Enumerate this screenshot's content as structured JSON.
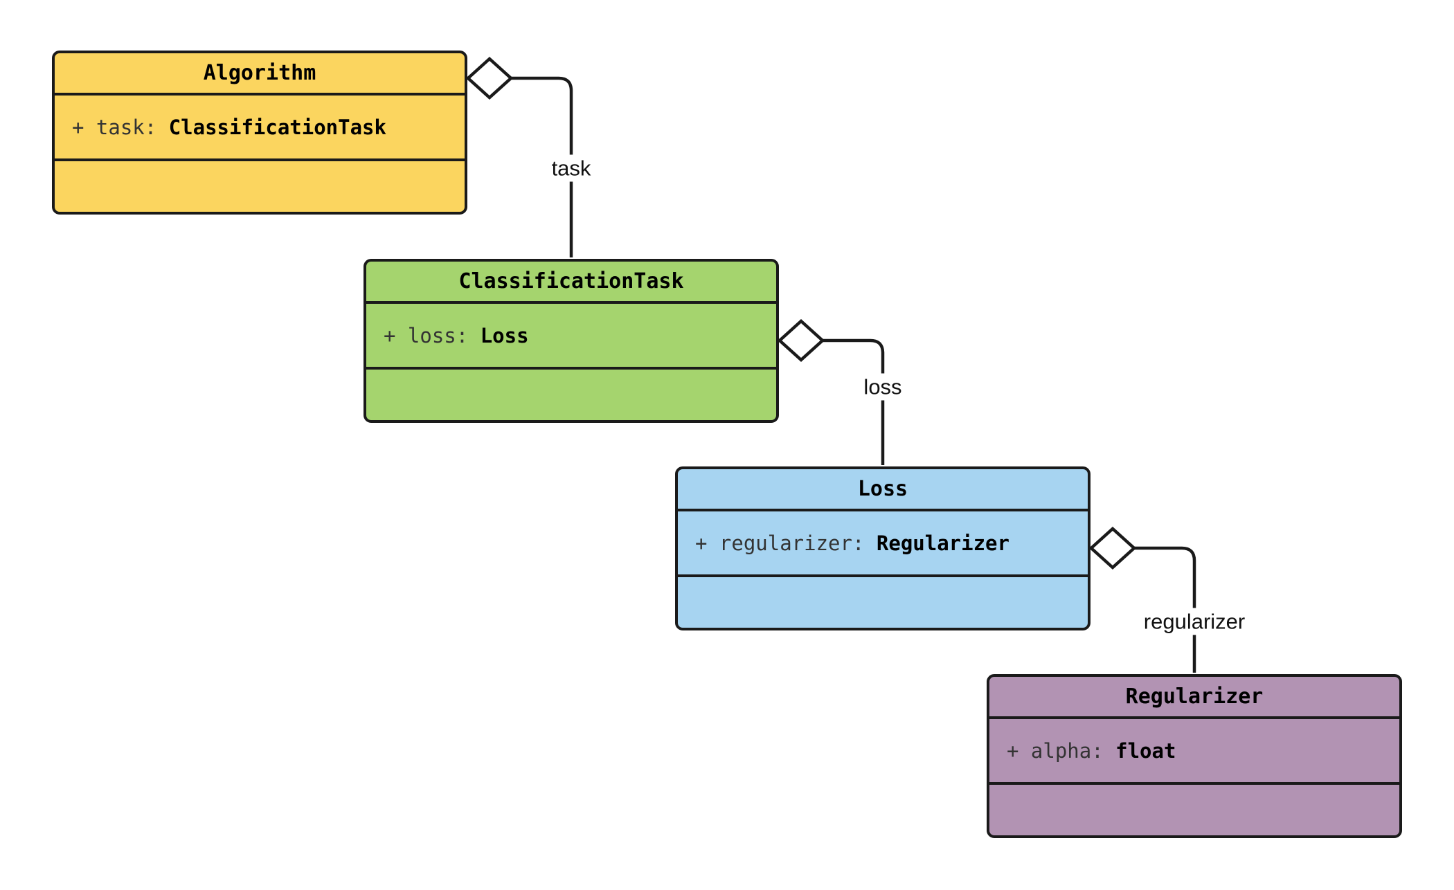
{
  "diagram": {
    "kind": "uml-class-diagram",
    "background": "#ffffff",
    "classes": [
      {
        "name": "Algorithm",
        "fill": "#fbd55f",
        "attribute": {
          "prefix": "+ task: ",
          "type": "ClassificationTask"
        }
      },
      {
        "name": "ClassificationTask",
        "fill": "#a5d46e",
        "attribute": {
          "prefix": "+ loss: ",
          "type": "Loss"
        }
      },
      {
        "name": "Loss",
        "fill": "#a7d4f1",
        "attribute": {
          "prefix": "+ regularizer: ",
          "type": "Regularizer"
        }
      },
      {
        "name": "Regularizer",
        "fill": "#b293b3",
        "attribute": {
          "prefix": "+ alpha: ",
          "type": "float"
        }
      }
    ],
    "edges": [
      {
        "label": "task",
        "from": "Algorithm",
        "to": "ClassificationTask",
        "type": "aggregation"
      },
      {
        "label": "loss",
        "from": "ClassificationTask",
        "to": "Loss",
        "type": "aggregation"
      },
      {
        "label": "regularizer",
        "from": "Loss",
        "to": "Regularizer",
        "type": "aggregation"
      }
    ],
    "colors": {
      "border": "#1a1a1a",
      "line": "#1a1a1a",
      "diamond_fill": "#ffffff",
      "title_text": "#000000",
      "attribute_name_text": "#333333",
      "attribute_type_text": "#000000",
      "edge_label_text": "#111111"
    }
  }
}
